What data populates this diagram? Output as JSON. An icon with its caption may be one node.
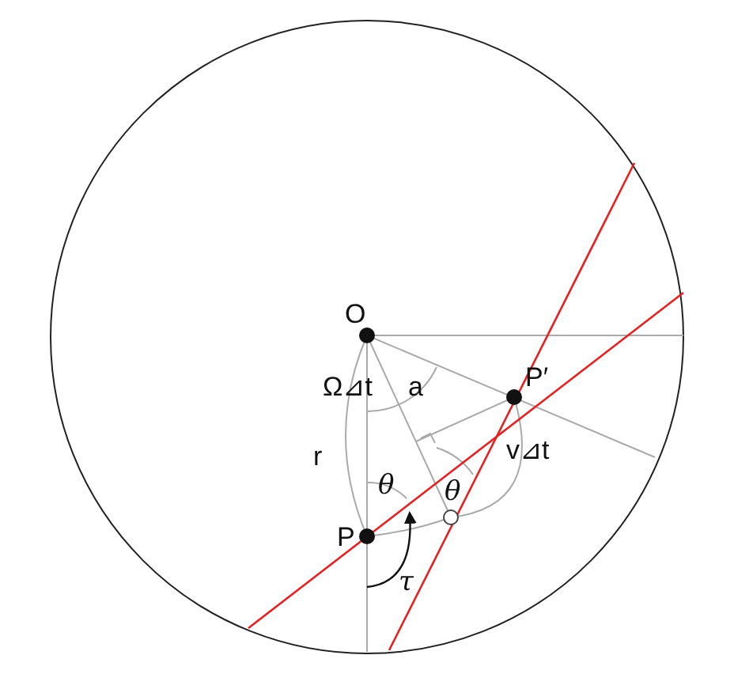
{
  "diagram": {
    "labels": [
      "O",
      "Ω⊿t",
      "a",
      "P′",
      "r",
      "θ",
      "θ",
      "v⊿t",
      "P",
      "τ"
    ]
  }
}
